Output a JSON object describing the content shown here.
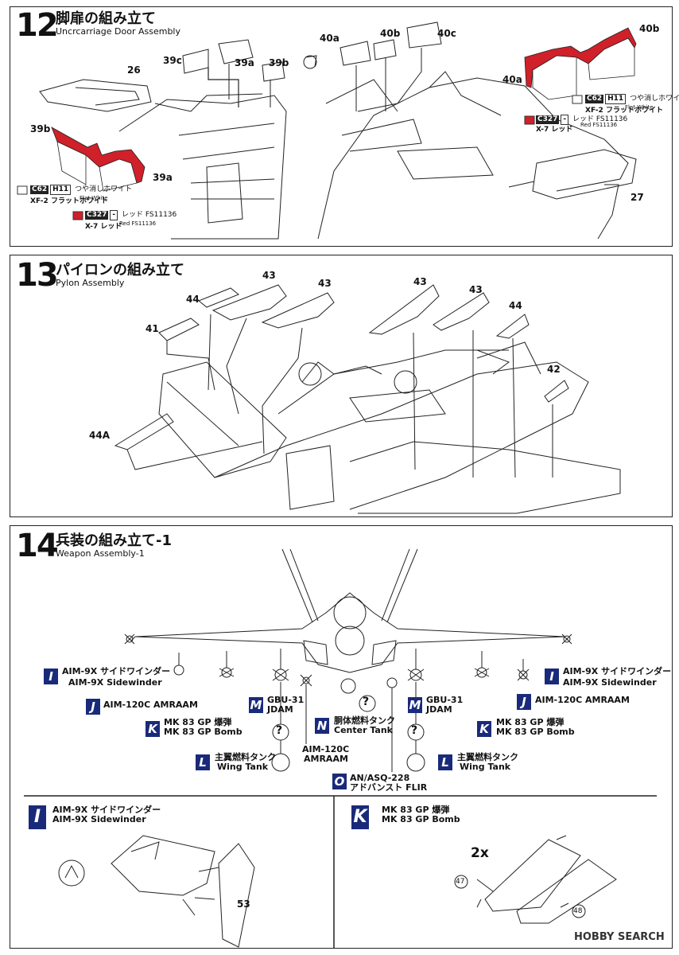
{
  "steps": [
    {
      "num": "12",
      "ja": "脚扉の組み立て",
      "en": "Uncrcarriage Door Assembly"
    },
    {
      "num": "13",
      "ja": "パイロンの組み立て",
      "en": "Pylon Assembly"
    },
    {
      "num": "14",
      "ja": "兵装の組み立て-1",
      "en": "Weapon Assembly-1"
    }
  ],
  "step12": {
    "parts": [
      "26",
      "39c",
      "39a",
      "39b",
      "40a",
      "40b",
      "40c",
      "39b",
      "39a",
      "40a",
      "40b",
      "27"
    ],
    "color_left": {
      "c1_code": "C62",
      "c1_h": "H11",
      "c1_ja": "つや消しホワイト",
      "c1_en": "Flat White",
      "c1_name": "XF-2 フラットホワイト",
      "c2_code": "C327",
      "c2_h": "-",
      "c2_ja": "レッド FS11136",
      "c2_en": "Red FS11136",
      "c2_name": "X-7 レッド"
    },
    "color_right": {
      "c1_code": "C62",
      "c1_h": "H11",
      "c1_ja": "つや消しホワイト",
      "c1_en": "Flat White",
      "c1_name": "XF-2 フラットホワイト",
      "c2_code": "C327",
      "c2_h": "-",
      "c2_ja": "レッド FS11136",
      "c2_en": "Red FS11136",
      "c2_name": "X-7 レッド"
    }
  },
  "step13": {
    "parts": [
      "44",
      "43",
      "43",
      "41",
      "43",
      "43",
      "44",
      "42",
      "44A"
    ]
  },
  "step14": {
    "weapons": [
      {
        "key": "I",
        "ja": "AIM-9X サイドワインダー",
        "en": "AIM-9X Sidewinder"
      },
      {
        "key": "J",
        "ja": "AIM-120C AMRAAM",
        "en": ""
      },
      {
        "key": "K",
        "ja": "MK 83 GP 爆弾",
        "en": "MK 83 GP Bomb"
      },
      {
        "key": "M",
        "ja": "GBU-31",
        "en": "JDAM"
      },
      {
        "key": "N",
        "ja": "胴体燃料タンク",
        "en": "Center Tank"
      },
      {
        "key": "M",
        "ja": "GBU-31",
        "en": "JDAM"
      },
      {
        "key": "K",
        "ja": "MK 83 GP 爆弾",
        "en": "MK 83 GP Bomb"
      },
      {
        "key": "J",
        "ja": "AIM-120C AMRAAM",
        "en": ""
      },
      {
        "key": "I",
        "ja": "AIM-9X サイドワインダー",
        "en": "AIM-9X Sidewinder"
      },
      {
        "key": "L",
        "ja": "主翼燃料タンク",
        "en": "Wing Tank"
      },
      {
        "key": "L",
        "ja": "主翼燃料タンク",
        "en": "Wing Tank"
      },
      {
        "key": "O",
        "ja": "AN/ASQ-228",
        "en": "アドバンスト FLIR"
      }
    ],
    "center_amraam": {
      "line1": "AIM-120C",
      "line2": "AMRAAM"
    },
    "sub_i": {
      "key": "I",
      "ja": "AIM-9X サイドワインダー",
      "en": "AIM-9X Sidewinder",
      "part": "53"
    },
    "sub_k": {
      "key": "K",
      "ja": "MK 83 GP 爆弾",
      "en": "MK 83 GP Bomb",
      "qty": "2x",
      "part_a": "47",
      "part_b": "48"
    }
  },
  "watermark": "HOBBY SEARCH",
  "colors": {
    "red": "#d0202a",
    "badge": "#1a2a7a"
  }
}
